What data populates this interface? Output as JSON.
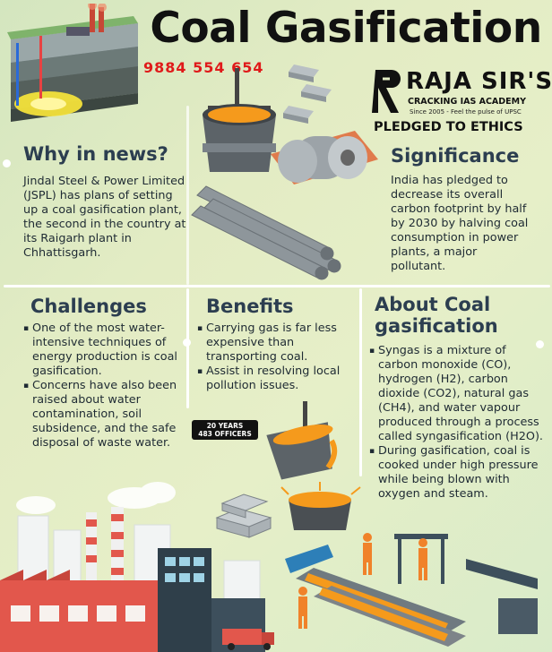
{
  "title": "Coal Gasification",
  "phone": "9884 554 654",
  "logo": {
    "name": "RAJA SIR'S",
    "academy": "CRACKING IAS ACADEMY",
    "since": "Since 2005 - Feel the pulse of UPSC",
    "tagline": "PLEDGED TO ETHICS"
  },
  "why_in_news": {
    "heading": "Why in news?",
    "text": "Jindal Steel & Power Limited (JSPL) has plans of setting up a coal gasification plant, the second in the country at its Raigarh plant in Chhattisgarh."
  },
  "significance": {
    "heading": "Significance",
    "text": "India has pledged to decrease its overall carbon footprint by half by 2030 by halving coal consumption in power plants, a major pollutant."
  },
  "challenges": {
    "heading": "Challenges",
    "points": [
      "One of the most water-intensive techniques of energy production is coal gasification.",
      "Concerns have also been raised about water contamination, soil subsidence, and the safe disposal of waste water."
    ]
  },
  "benefits": {
    "heading": "Benefits",
    "points": [
      "Carrying gas is far less expensive than transporting coal.",
      "Assist in resolving local pollution issues."
    ]
  },
  "about": {
    "heading": "About Coal gasification",
    "points": [
      "Syngas is a mixture of carbon monoxide (CO), hydrogen (H2), carbon dioxide (CO2), natural gas (CH4), and water vapour produced through a process called syngasification (H2O).",
      "During gasification, coal is cooked under high pressure while being blown with oxygen and steam."
    ]
  },
  "badge": {
    "line1": "20 YEARS",
    "line2": "483 OFFICERS"
  },
  "colors": {
    "heading": "#2c3e50",
    "phone": "#e01a1a",
    "factory": "#e2574c",
    "molten": "#f59a1c"
  },
  "icons": [
    "mine-diagram-icon",
    "ladle-icon",
    "steel-coil-icon",
    "pipes-icon",
    "factory-icon",
    "conveyor-machine-icon",
    "worker-icon",
    "truck-icon"
  ]
}
